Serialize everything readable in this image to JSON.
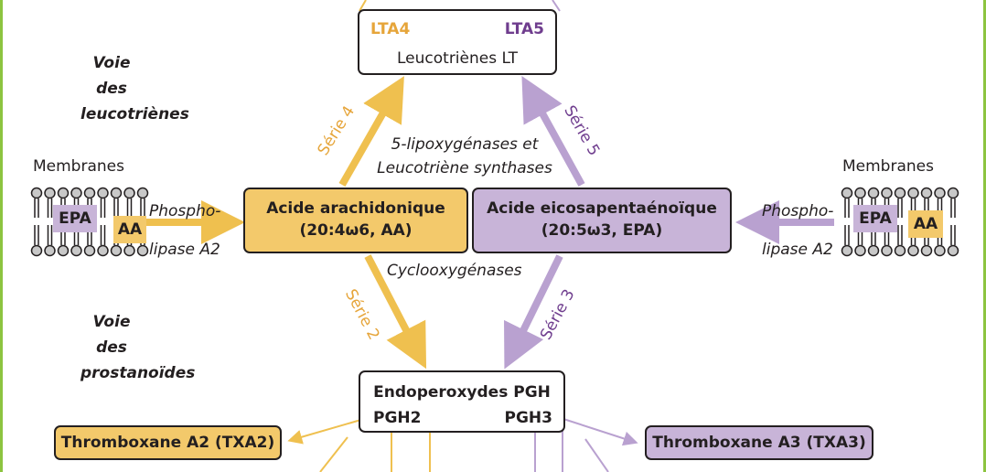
{
  "colors": {
    "orange": "#f3c96b",
    "orange_line": "#efc04f",
    "orange_text": "#e6a53a",
    "purple": "#c8b4d8",
    "purple_line": "#b9a1d0",
    "purple_text": "#6f3d8e",
    "frame": "#8cc43f"
  },
  "top_box": {
    "left_label": "LTA4",
    "right_label": "LTA5",
    "title": "Leucotriènes LT"
  },
  "left_section": {
    "line1": "Voie",
    "line2": "des",
    "line3": "leucotriènes"
  },
  "left_section2": {
    "line1": "Voie",
    "line2": "des",
    "line3": "prostanoïdes"
  },
  "enzymes": {
    "lox_line1": "5-lipoxygénases et",
    "lox_line2": "Leucotriène synthases",
    "cox": "Cyclooxygénases"
  },
  "series": {
    "s4": "Série 4",
    "s5": "Série 5",
    "s2": "Série 2",
    "s3": "Série 3"
  },
  "membranes": {
    "label": "Membranes",
    "epa": "EPA",
    "aa": "AA"
  },
  "phospholipase": {
    "line1": "Phospho-",
    "line2": "lipase A2"
  },
  "aa_box": {
    "line1": "Acide arachidonique",
    "line2": "(20:4ω6, AA)"
  },
  "epa_box": {
    "line1": "Acide eicosapentaénoïque",
    "line2": "(20:5ω3, EPA)"
  },
  "pgh_box": {
    "title": "Endoperoxydes PGH",
    "left": "PGH2",
    "right": "PGH3"
  },
  "txa2": "Thromboxane A2 (TXA2)",
  "txa3": "Thromboxane A3 (TXA3)"
}
